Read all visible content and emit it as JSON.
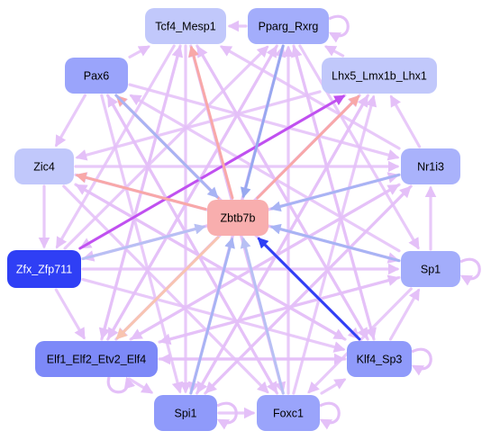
{
  "nodes": [
    {
      "id": "tcf4",
      "label": "Tcf4_Mesp1",
      "fill": "#c1c8fb",
      "text": "#000000"
    },
    {
      "id": "pparg",
      "label": "Pparg_Rxrg",
      "fill": "#a3adfb",
      "text": "#000000"
    },
    {
      "id": "pax6",
      "label": "Pax6",
      "fill": "#9aa4fb",
      "text": "#000000"
    },
    {
      "id": "lhx5",
      "label": "Lhx5_Lmx1b_Lhx1",
      "fill": "#c1c8fb",
      "text": "#000000"
    },
    {
      "id": "zic4",
      "label": "Zic4",
      "fill": "#c1c8fb",
      "text": "#000000"
    },
    {
      "id": "nr1i3",
      "label": "Nr1i3",
      "fill": "#a9b2fb",
      "text": "#000000"
    },
    {
      "id": "zbtb7b",
      "label": "Zbtb7b",
      "fill": "#f8aeae",
      "text": "#000000"
    },
    {
      "id": "zfx",
      "label": "Zfx_Zfp711",
      "fill": "#2f3ff5",
      "text": "#ffffff"
    },
    {
      "id": "sp1",
      "label": "Sp1",
      "fill": "#a3adfb",
      "text": "#000000"
    },
    {
      "id": "elf1",
      "label": "Elf1_Elf2_Etv2_Elf4",
      "fill": "#7d89f8",
      "text": "#000000"
    },
    {
      "id": "klf4",
      "label": "Klf4_Sp3",
      "fill": "#8f9afa",
      "text": "#000000"
    },
    {
      "id": "spi1",
      "label": "Spi1",
      "fill": "#8f9afa",
      "text": "#000000"
    },
    {
      "id": "foxc1",
      "label": "Foxc1",
      "fill": "#9aa4fb",
      "text": "#000000"
    }
  ],
  "edges": [
    {
      "from": "klf4",
      "to": "zbtb7b",
      "color": "#2f3ff5"
    },
    {
      "from": "zfx",
      "to": "lhx5",
      "color": "#c050f0"
    },
    {
      "from": "zbtb7b",
      "to": "tcf4",
      "color": "#f8a8a8"
    },
    {
      "from": "zbtb7b",
      "to": "lhx5",
      "color": "#f8a8a8"
    },
    {
      "from": "zbtb7b",
      "to": "pax6",
      "color": "#f8a8a8"
    },
    {
      "from": "zbtb7b",
      "to": "zic4",
      "color": "#f8a8a8"
    },
    {
      "from": "pparg",
      "to": "zbtb7b",
      "color": "#98a8f0"
    },
    {
      "from": "pax6",
      "to": "zbtb7b",
      "color": "#a8b4f4"
    },
    {
      "from": "nr1i3",
      "to": "zbtb7b",
      "color": "#a8b4f4"
    },
    {
      "from": "sp1",
      "to": "zbtb7b",
      "color": "#a8b4f4"
    },
    {
      "from": "spi1",
      "to": "zbtb7b",
      "color": "#a8b4f4"
    },
    {
      "from": "foxc1",
      "to": "zbtb7b",
      "color": "#b8c0f4"
    },
    {
      "from": "zfx",
      "to": "zbtb7b",
      "color": "#b8c0f4"
    },
    {
      "from": "zbtb7b",
      "to": "elf1",
      "color": "#f8c4b0"
    },
    {
      "from": "tcf4",
      "to": "elf1",
      "color": "#e4c0f8"
    },
    {
      "from": "tcf4",
      "to": "spi1",
      "color": "#e4c0f8"
    },
    {
      "from": "tcf4",
      "to": "foxc1",
      "color": "#e4c0f8"
    },
    {
      "from": "tcf4",
      "to": "klf4",
      "color": "#e4c0f8"
    },
    {
      "from": "tcf4",
      "to": "zfx",
      "color": "#e4c0f8"
    },
    {
      "from": "pparg",
      "to": "elf1",
      "color": "#e4c0f8"
    },
    {
      "from": "pparg",
      "to": "klf4",
      "color": "#e4c0f8"
    },
    {
      "from": "pparg",
      "to": "sp1",
      "color": "#e4c0f8"
    },
    {
      "from": "pparg",
      "to": "spi1",
      "color": "#e4c0f8"
    },
    {
      "from": "pax6",
      "to": "foxc1",
      "color": "#e4c0f8"
    },
    {
      "from": "pax6",
      "to": "klf4",
      "color": "#e4c0f8"
    },
    {
      "from": "pax6",
      "to": "nr1i3",
      "color": "#e4c0f8"
    },
    {
      "from": "pax6",
      "to": "spi1",
      "color": "#e4c0f8"
    },
    {
      "from": "lhx5",
      "to": "elf1",
      "color": "#e4c0f8"
    },
    {
      "from": "lhx5",
      "to": "zic4",
      "color": "#e4c0f8"
    },
    {
      "from": "lhx5",
      "to": "spi1",
      "color": "#e4c0f8"
    },
    {
      "from": "lhx5",
      "to": "zfx",
      "color": "#e4c0f8"
    },
    {
      "from": "zic4",
      "to": "klf4",
      "color": "#e4c0f8"
    },
    {
      "from": "zic4",
      "to": "sp1",
      "color": "#e4c0f8"
    },
    {
      "from": "zic4",
      "to": "nr1i3",
      "color": "#e4c0f8"
    },
    {
      "from": "zic4",
      "to": "foxc1",
      "color": "#e4c0f8"
    },
    {
      "from": "nr1i3",
      "to": "elf1",
      "color": "#e4c0f8"
    },
    {
      "from": "nr1i3",
      "to": "zfx",
      "color": "#e4c0f8"
    },
    {
      "from": "nr1i3",
      "to": "spi1",
      "color": "#e4c0f8"
    },
    {
      "from": "nr1i3",
      "to": "tcf4",
      "color": "#e4c0f8"
    },
    {
      "from": "sp1",
      "to": "elf1",
      "color": "#e4c0f8"
    },
    {
      "from": "sp1",
      "to": "zic4",
      "color": "#e4c0f8"
    },
    {
      "from": "sp1",
      "to": "pax6",
      "color": "#e4c0f8"
    },
    {
      "from": "sp1",
      "to": "foxc1",
      "color": "#e4c0f8"
    },
    {
      "from": "klf4",
      "to": "elf1",
      "color": "#e4c0f8"
    },
    {
      "from": "klf4",
      "to": "zic4",
      "color": "#e4c0f8"
    },
    {
      "from": "klf4",
      "to": "pax6",
      "color": "#e4c0f8"
    },
    {
      "from": "klf4",
      "to": "tcf4",
      "color": "#e4c0f8"
    },
    {
      "from": "klf4",
      "to": "pparg",
      "color": "#e4c0f8"
    },
    {
      "from": "spi1",
      "to": "lhx5",
      "color": "#e4c0f8"
    },
    {
      "from": "spi1",
      "to": "nr1i3",
      "color": "#e4c0f8"
    },
    {
      "from": "spi1",
      "to": "pparg",
      "color": "#e4c0f8"
    },
    {
      "from": "foxc1",
      "to": "pax6",
      "color": "#e4c0f8"
    },
    {
      "from": "foxc1",
      "to": "tcf4",
      "color": "#e4c0f8"
    },
    {
      "from": "foxc1",
      "to": "pparg",
      "color": "#e4c0f8"
    },
    {
      "from": "foxc1",
      "to": "lhx5",
      "color": "#e4c0f8"
    },
    {
      "from": "elf1",
      "to": "pparg",
      "color": "#e4c0f8"
    },
    {
      "from": "elf1",
      "to": "tcf4",
      "color": "#e4c0f8"
    },
    {
      "from": "elf1",
      "to": "lhx5",
      "color": "#e4c0f8"
    },
    {
      "from": "elf1",
      "to": "nr1i3",
      "color": "#e4c0f8"
    },
    {
      "from": "elf1",
      "to": "klf4",
      "color": "#e4c0f8"
    },
    {
      "from": "elf1",
      "to": "sp1",
      "color": "#e4c0f8"
    },
    {
      "from": "zfx",
      "to": "klf4",
      "color": "#e4c0f8"
    },
    {
      "from": "zfx",
      "to": "sp1",
      "color": "#e4c0f8"
    },
    {
      "from": "zfx",
      "to": "pparg",
      "color": "#e4c0f8"
    },
    {
      "from": "zfx",
      "to": "nr1i3",
      "color": "#e4c0f8"
    },
    {
      "from": "pax6",
      "to": "zic4",
      "color": "#e4c0f8"
    },
    {
      "from": "pax6",
      "to": "tcf4",
      "color": "#e4c0f8"
    },
    {
      "from": "zic4",
      "to": "zfx",
      "color": "#e4c0f8"
    },
    {
      "from": "zfx",
      "to": "elf1",
      "color": "#e4c0f8"
    },
    {
      "from": "elf1",
      "to": "spi1",
      "color": "#e4c0f8"
    },
    {
      "from": "spi1",
      "to": "foxc1",
      "color": "#e4c0f8"
    },
    {
      "from": "foxc1",
      "to": "klf4",
      "color": "#e4c0f8"
    },
    {
      "from": "klf4",
      "to": "sp1",
      "color": "#e4c0f8"
    },
    {
      "from": "sp1",
      "to": "nr1i3",
      "color": "#e4c0f8"
    },
    {
      "from": "nr1i3",
      "to": "lhx5",
      "color": "#e4c0f8"
    },
    {
      "from": "lhx5",
      "to": "pparg",
      "color": "#e4c0f8"
    },
    {
      "from": "pparg",
      "to": "tcf4",
      "color": "#e4c0f8"
    }
  ],
  "self_loops": [
    "pparg",
    "sp1",
    "klf4",
    "spi1",
    "foxc1",
    "elf1"
  ]
}
